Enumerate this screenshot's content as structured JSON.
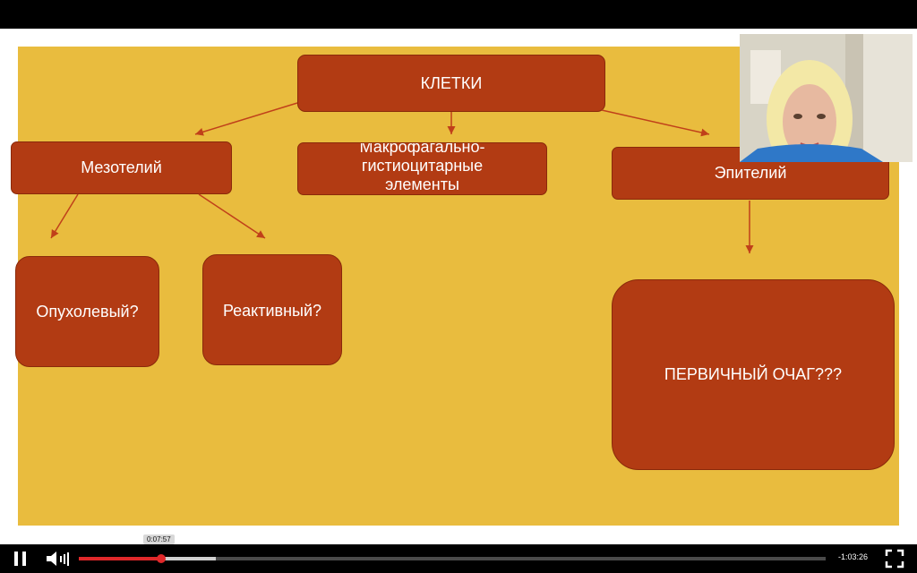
{
  "slide": {
    "root": "КЛЕТКИ",
    "mesothelium": "Мезотелий",
    "macrophage": [
      "Макрофагально-",
      "гистиоцитарные",
      "элементы"
    ],
    "epithelium": "Эпителий",
    "tumor": "Опухолевый?",
    "reactive": "Реактивный?",
    "primary": "ПЕРВИЧНЫЙ ОЧАГ???"
  },
  "player": {
    "current_time": "0:07:57",
    "remaining_time": "-1:03:26",
    "progress_fraction": 0.11,
    "buffered_fraction": 0.183,
    "play_state": "playing",
    "icons": [
      "pause-icon",
      "volume-icon",
      "fullscreen-icon"
    ]
  },
  "colors": {
    "slide_bg": "#e9bc3e",
    "box_fill": "#b23b13",
    "accent_red": "#e0282a"
  }
}
